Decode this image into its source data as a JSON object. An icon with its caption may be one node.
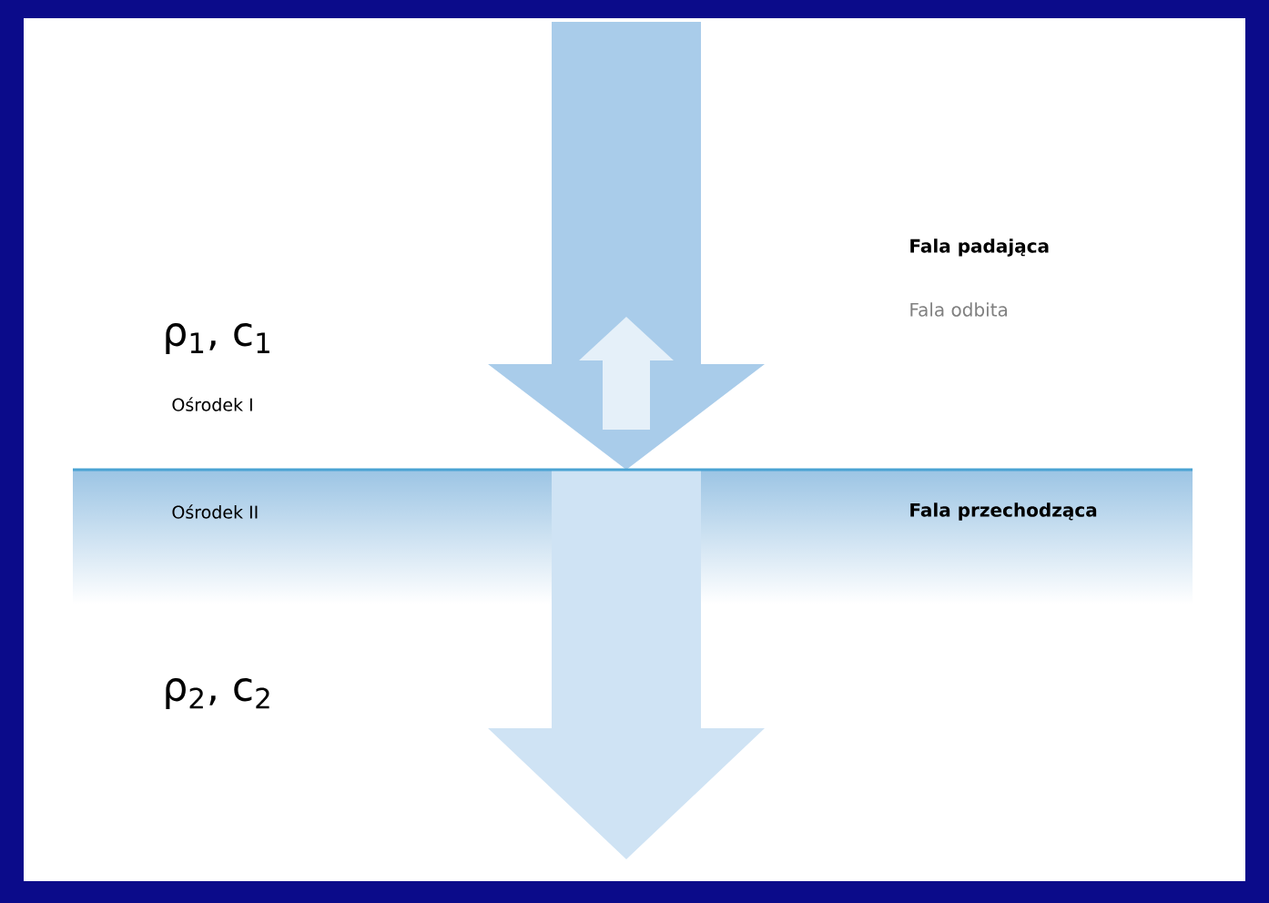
{
  "diagram": {
    "labels": [
      "Fala padająca",
      "Fala odbita",
      "ρ$_{1}$, c$_{1}$",
      "Ośrodek I",
      "Ośrodek II",
      "Fala przechodząca",
      "ρ$_{2}$, c$_{2}$"
    ]
  }
}
